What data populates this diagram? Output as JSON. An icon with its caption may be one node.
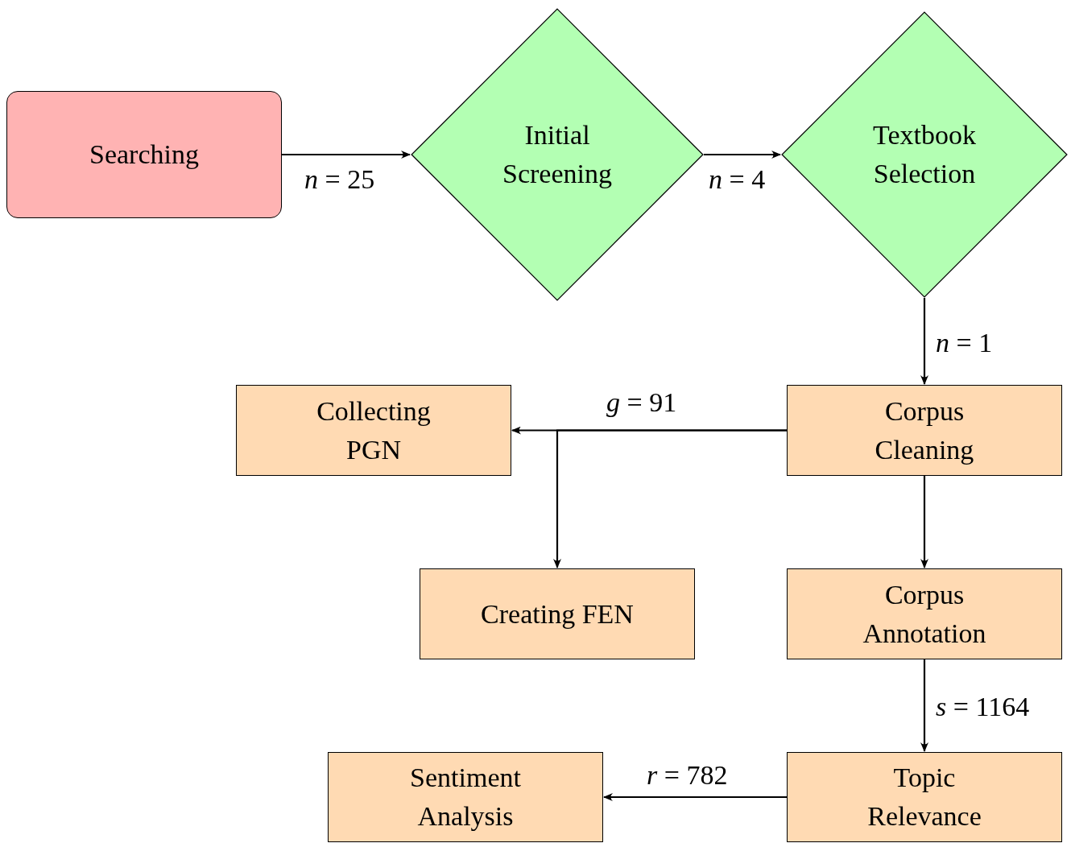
{
  "diagram": {
    "nodes": [
      {
        "text": [
          "Searching"
        ]
      },
      {
        "text": [
          "Initial Screening"
        ]
      },
      {
        "text": [
          "Textbook Selection"
        ]
      },
      {
        "text": [
          "Corpus Cleaning"
        ]
      },
      {
        "text": [
          "Collecting PGN"
        ]
      },
      {
        "text": [
          "Creating FEN"
        ]
      },
      {
        "text": [
          "Corpus Annotation"
        ]
      },
      {
        "text": [
          "Topic Relevance"
        ]
      },
      {
        "text": [
          "Sentiment Analysis"
        ]
      }
    ],
    "edges": [
      {
        "from": 0,
        "to": 1,
        "arrow": "to",
        "label": "*n* = 25"
      },
      {
        "from": 1,
        "to": 2,
        "arrow": "to",
        "label": "*n* = 4"
      },
      {
        "from": 2,
        "to": 3,
        "arrow": "to",
        "label": "*n* = 1"
      },
      {
        "from": 3,
        "to": 4,
        "arrow": "to",
        "label": "*g* = 91"
      },
      {
        "from": 3,
        "to": 5,
        "arrow": "to"
      },
      {
        "from": 3,
        "to": 6,
        "arrow": "to"
      },
      {
        "from": 6,
        "to": 7,
        "arrow": "to",
        "label": "*s* = 1164"
      },
      {
        "from": 7,
        "to": 8,
        "arrow": "to",
        "label": "*r* = 782"
      }
    ]
  }
}
